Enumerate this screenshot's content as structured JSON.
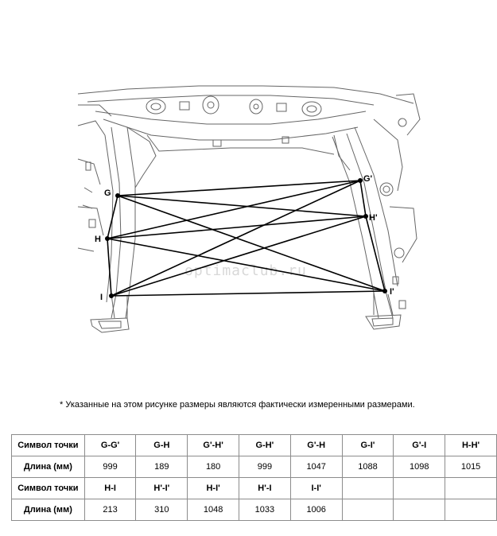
{
  "diagram": {
    "points": [
      {
        "id": "G",
        "label": "G"
      },
      {
        "id": "H",
        "label": "H"
      },
      {
        "id": "I",
        "label": "I"
      },
      {
        "id": "Gp",
        "label": "G'"
      },
      {
        "id": "Hp",
        "label": "H'"
      },
      {
        "id": "Ip",
        "label": "I'"
      }
    ],
    "watermark": "optimaclub.ru"
  },
  "note": "* Указанные на этом рисунке размеры являются фактически измеренными размерами.",
  "table": {
    "symbol_header": "Символ точки",
    "length_header": "Длина (мм)",
    "row1_symbols": [
      "G-G'",
      "G-H",
      "G'-H'",
      "G-H'",
      "G'-H",
      "G-I'",
      "G'-I",
      "H-H'"
    ],
    "row1_lengths": [
      "999",
      "189",
      "180",
      "999",
      "1047",
      "1088",
      "1098",
      "1015"
    ],
    "row2_symbols": [
      "H-I",
      "H'-I'",
      "H-I'",
      "H'-I",
      "I-I'",
      "",
      "",
      ""
    ],
    "row2_lengths": [
      "213",
      "310",
      "1048",
      "1033",
      "1006",
      "",
      "",
      ""
    ]
  }
}
